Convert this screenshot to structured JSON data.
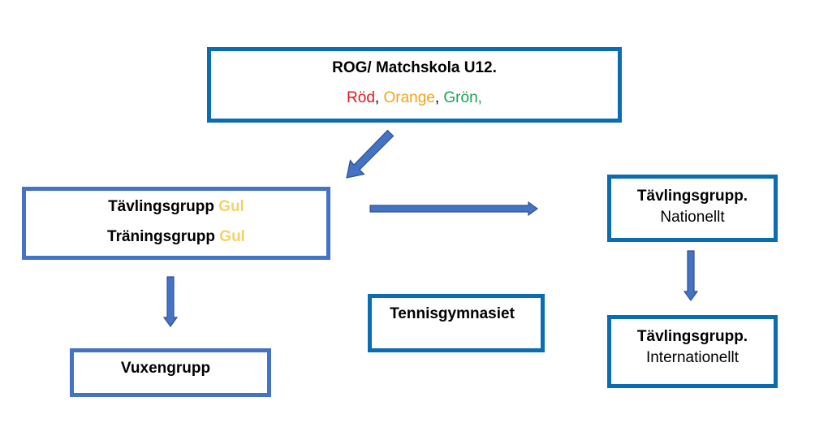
{
  "colors": {
    "border_dark": "#0a6db4",
    "border_light": "#4472c4",
    "arrow_fill": "#4472c4",
    "arrow_stroke": "#2f528f",
    "red": "#e3141c",
    "orange": "#f5a31a",
    "green": "#1aa352",
    "yellow": "#f3d36a"
  },
  "top_box": {
    "title": "ROG/ Matchskola U12.",
    "color_red": "Röd",
    "sep1": ",",
    "color_orange": "Orange",
    "sep2": ",",
    "color_green": "Grön,"
  },
  "left_box": {
    "line1_text": "Tävlingsgrupp",
    "line1_color": "Gul",
    "line2_text": "Träningsgrupp",
    "line2_color": "Gul"
  },
  "adult_box": {
    "title": "Vuxengrupp"
  },
  "school_box": {
    "title": "Tennisgymnasiet"
  },
  "national_box": {
    "title": "Tävlingsgrupp.",
    "subtitle": "Nationellt"
  },
  "international_box": {
    "title": "Tävlingsgrupp.",
    "subtitle": "Internationellt"
  },
  "arrows": [
    {
      "from": "top_box",
      "to": "left_box",
      "direction": "down-left"
    },
    {
      "from": "left_box",
      "to": "national_box",
      "direction": "right"
    },
    {
      "from": "left_box",
      "to": "adult_box",
      "direction": "down"
    },
    {
      "from": "national_box",
      "to": "international_box",
      "direction": "down"
    }
  ]
}
